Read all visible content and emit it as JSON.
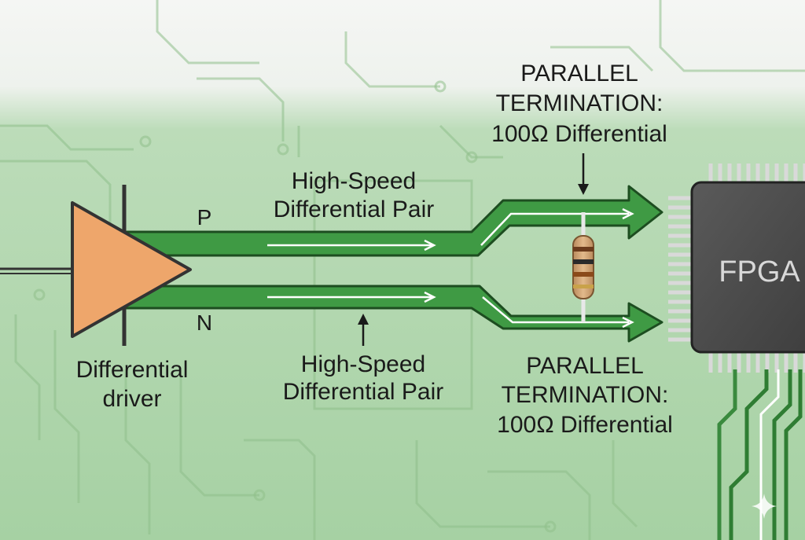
{
  "labels": {
    "term_top": [
      "PARALLEL",
      "TERMINATION:",
      "100Ω Differential"
    ],
    "term_bottom": [
      "PARALLEL",
      "TERMINATION:",
      "100Ω Differential"
    ],
    "pair_top": [
      "High-Speed",
      "Differential Pair"
    ],
    "pair_bottom": [
      "High-Speed",
      "Differential Pair"
    ],
    "driver": [
      "Differential",
      "driver"
    ],
    "p": "P",
    "n": "N",
    "fpga": "FPGA"
  },
  "colors": {
    "background_top": "#f4f6f3",
    "background_bottom": "#a9d3a6",
    "trace": "#3f9a44",
    "trace_outline": "#1d4d20",
    "driver": "#eea66b",
    "chip": "#4a4a4a"
  },
  "icons": {
    "resistor": "resistor-icon",
    "driver": "triangle-amplifier-icon",
    "chip": "ic-chip-icon"
  }
}
